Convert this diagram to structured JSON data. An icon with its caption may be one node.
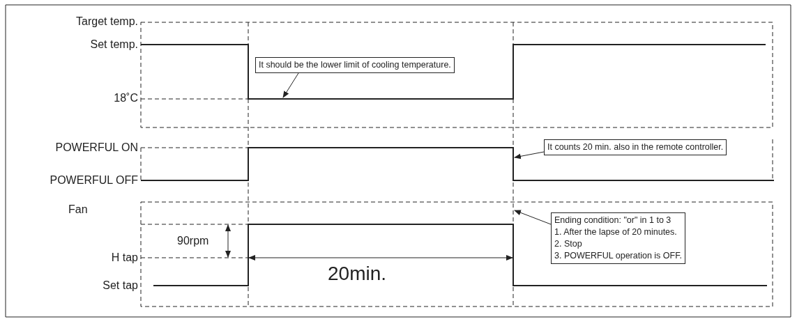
{
  "diagram": {
    "nodes": [
      {
        "text": [
          "It should be the lower limit of cooling temperature."
        ]
      },
      {
        "text": [
          "It counts 20 min. also in the remote controller."
        ]
      },
      {
        "text": [
          "Ending condition: \"or\" in 1 to 3",
          "1. After the lapse of 20 minutes.",
          "2. Stop",
          "3. POWERFUL operation is OFF."
        ]
      }
    ],
    "edges": [
      {
        "from": 0,
        "to": null,
        "arrow": "to"
      },
      {
        "from": 1,
        "to": null,
        "arrow": "to"
      },
      {
        "from": 2,
        "to": null,
        "arrow": "to"
      }
    ],
    "labels": [
      "Target temp.",
      "Set temp.",
      "18˚C",
      "POWERFUL ON",
      "POWERFUL OFF",
      "Fan",
      "90rpm",
      "H tap",
      "20min.",
      "Set tap"
    ]
  }
}
